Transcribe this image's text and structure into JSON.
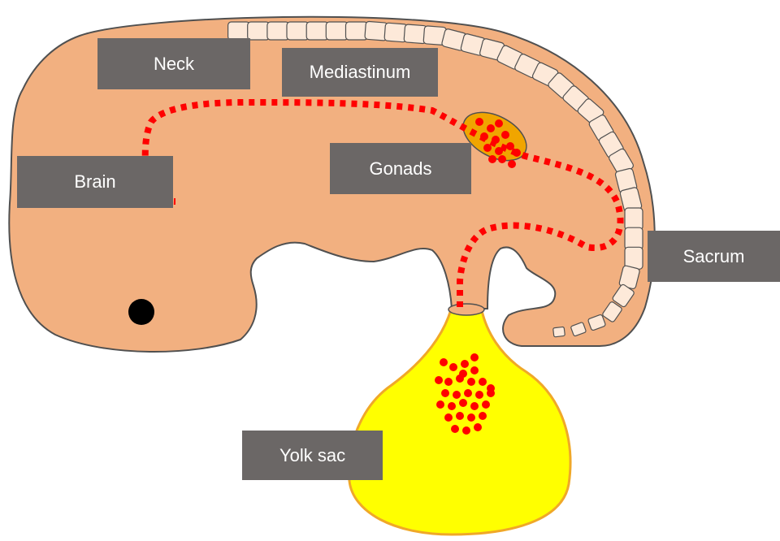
{
  "labels": {
    "neck": "Neck",
    "mediastinum": "Mediastinum",
    "brain": "Brain",
    "gonads": "Gonads",
    "sacrum": "Sacrum",
    "yolk_sac": "Yolk sac"
  },
  "colors": {
    "embryo_fill": "#f2b080",
    "embryo_stroke": "#505050",
    "yolk_fill": "#ffff00",
    "yolk_stroke": "#f0a828",
    "gonad_fill": "#f0a500",
    "vertebra_fill": "#fde9d9",
    "cell_red": "#ff0000",
    "label_bg": "#6b6766",
    "label_text": "#ffffff"
  }
}
